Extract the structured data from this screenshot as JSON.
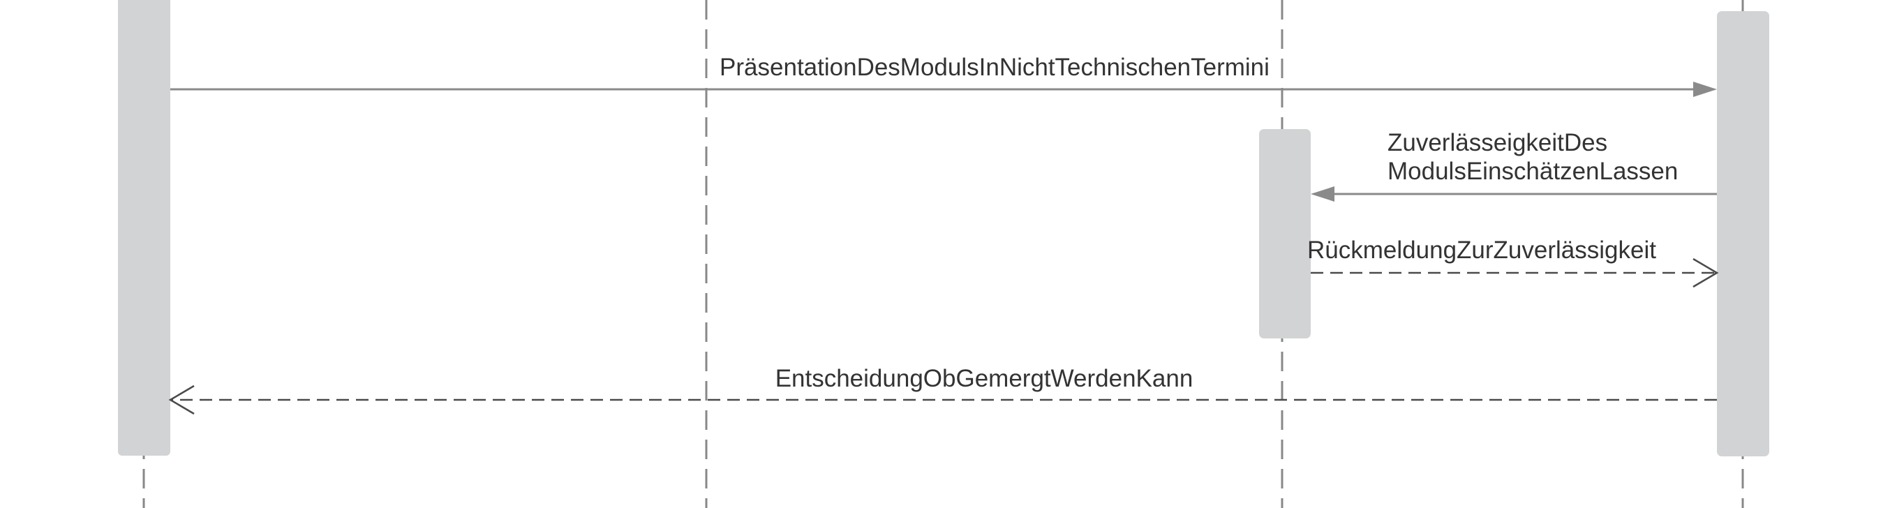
{
  "diagram": {
    "type": "sequence",
    "messages": [
      {
        "id": "m1",
        "line1": "PräsentationDesModulsInNichtTechnischenTermini",
        "line2": "",
        "style": "sync"
      },
      {
        "id": "m2",
        "line1": "ZuverlässeigkeitDes",
        "line2": "ModulsEinschätzenLassen",
        "style": "sync"
      },
      {
        "id": "m3",
        "line1": "RückmeldungZurZuverlässigkeit",
        "line2": "",
        "style": "reply"
      },
      {
        "id": "m4",
        "line1": "EntscheidungObGemergtWerdenKann",
        "line2": "",
        "style": "reply"
      }
    ]
  },
  "colors": {
    "background": "#ffffff",
    "activation_bar": "#d2d3d5",
    "lifeline": "#888888",
    "message_line": "#8a8a8a",
    "reply_line": "#4a4a4a",
    "text": "#333333"
  }
}
